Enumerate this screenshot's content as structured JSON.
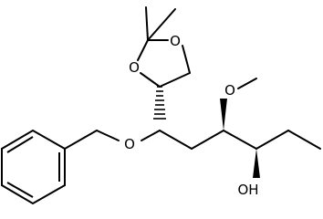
{
  "atoms": {
    "o_ring_top": "O",
    "o_ring_left": "O",
    "o_methoxy": "O",
    "o_benzyl": "O",
    "hydroxyl": "OH"
  },
  "colors": {
    "bond": "#000000",
    "background": "#ffffff"
  }
}
